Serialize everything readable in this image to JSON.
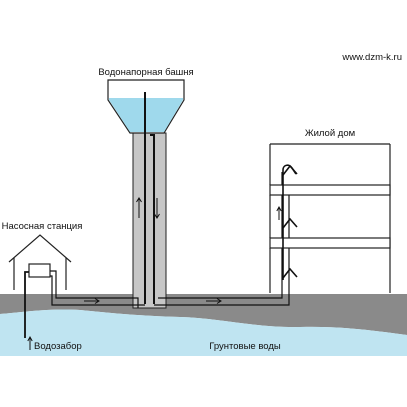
{
  "diagram": {
    "watermark": "www.dzm-k.ru",
    "labels": {
      "water_tower": "Водонапорная башня",
      "residential_house": "Жилой дом",
      "pumping_station": "Насосная станция",
      "water_intake": "Водозабор",
      "groundwater": "Грунтовые воды"
    },
    "colors": {
      "ground": "#8a8a8a",
      "water": "#bfe4f1",
      "tower_water": "#9fd9ec",
      "pipe": "#111111",
      "tower_shaft": "#c7c7c7"
    }
  }
}
